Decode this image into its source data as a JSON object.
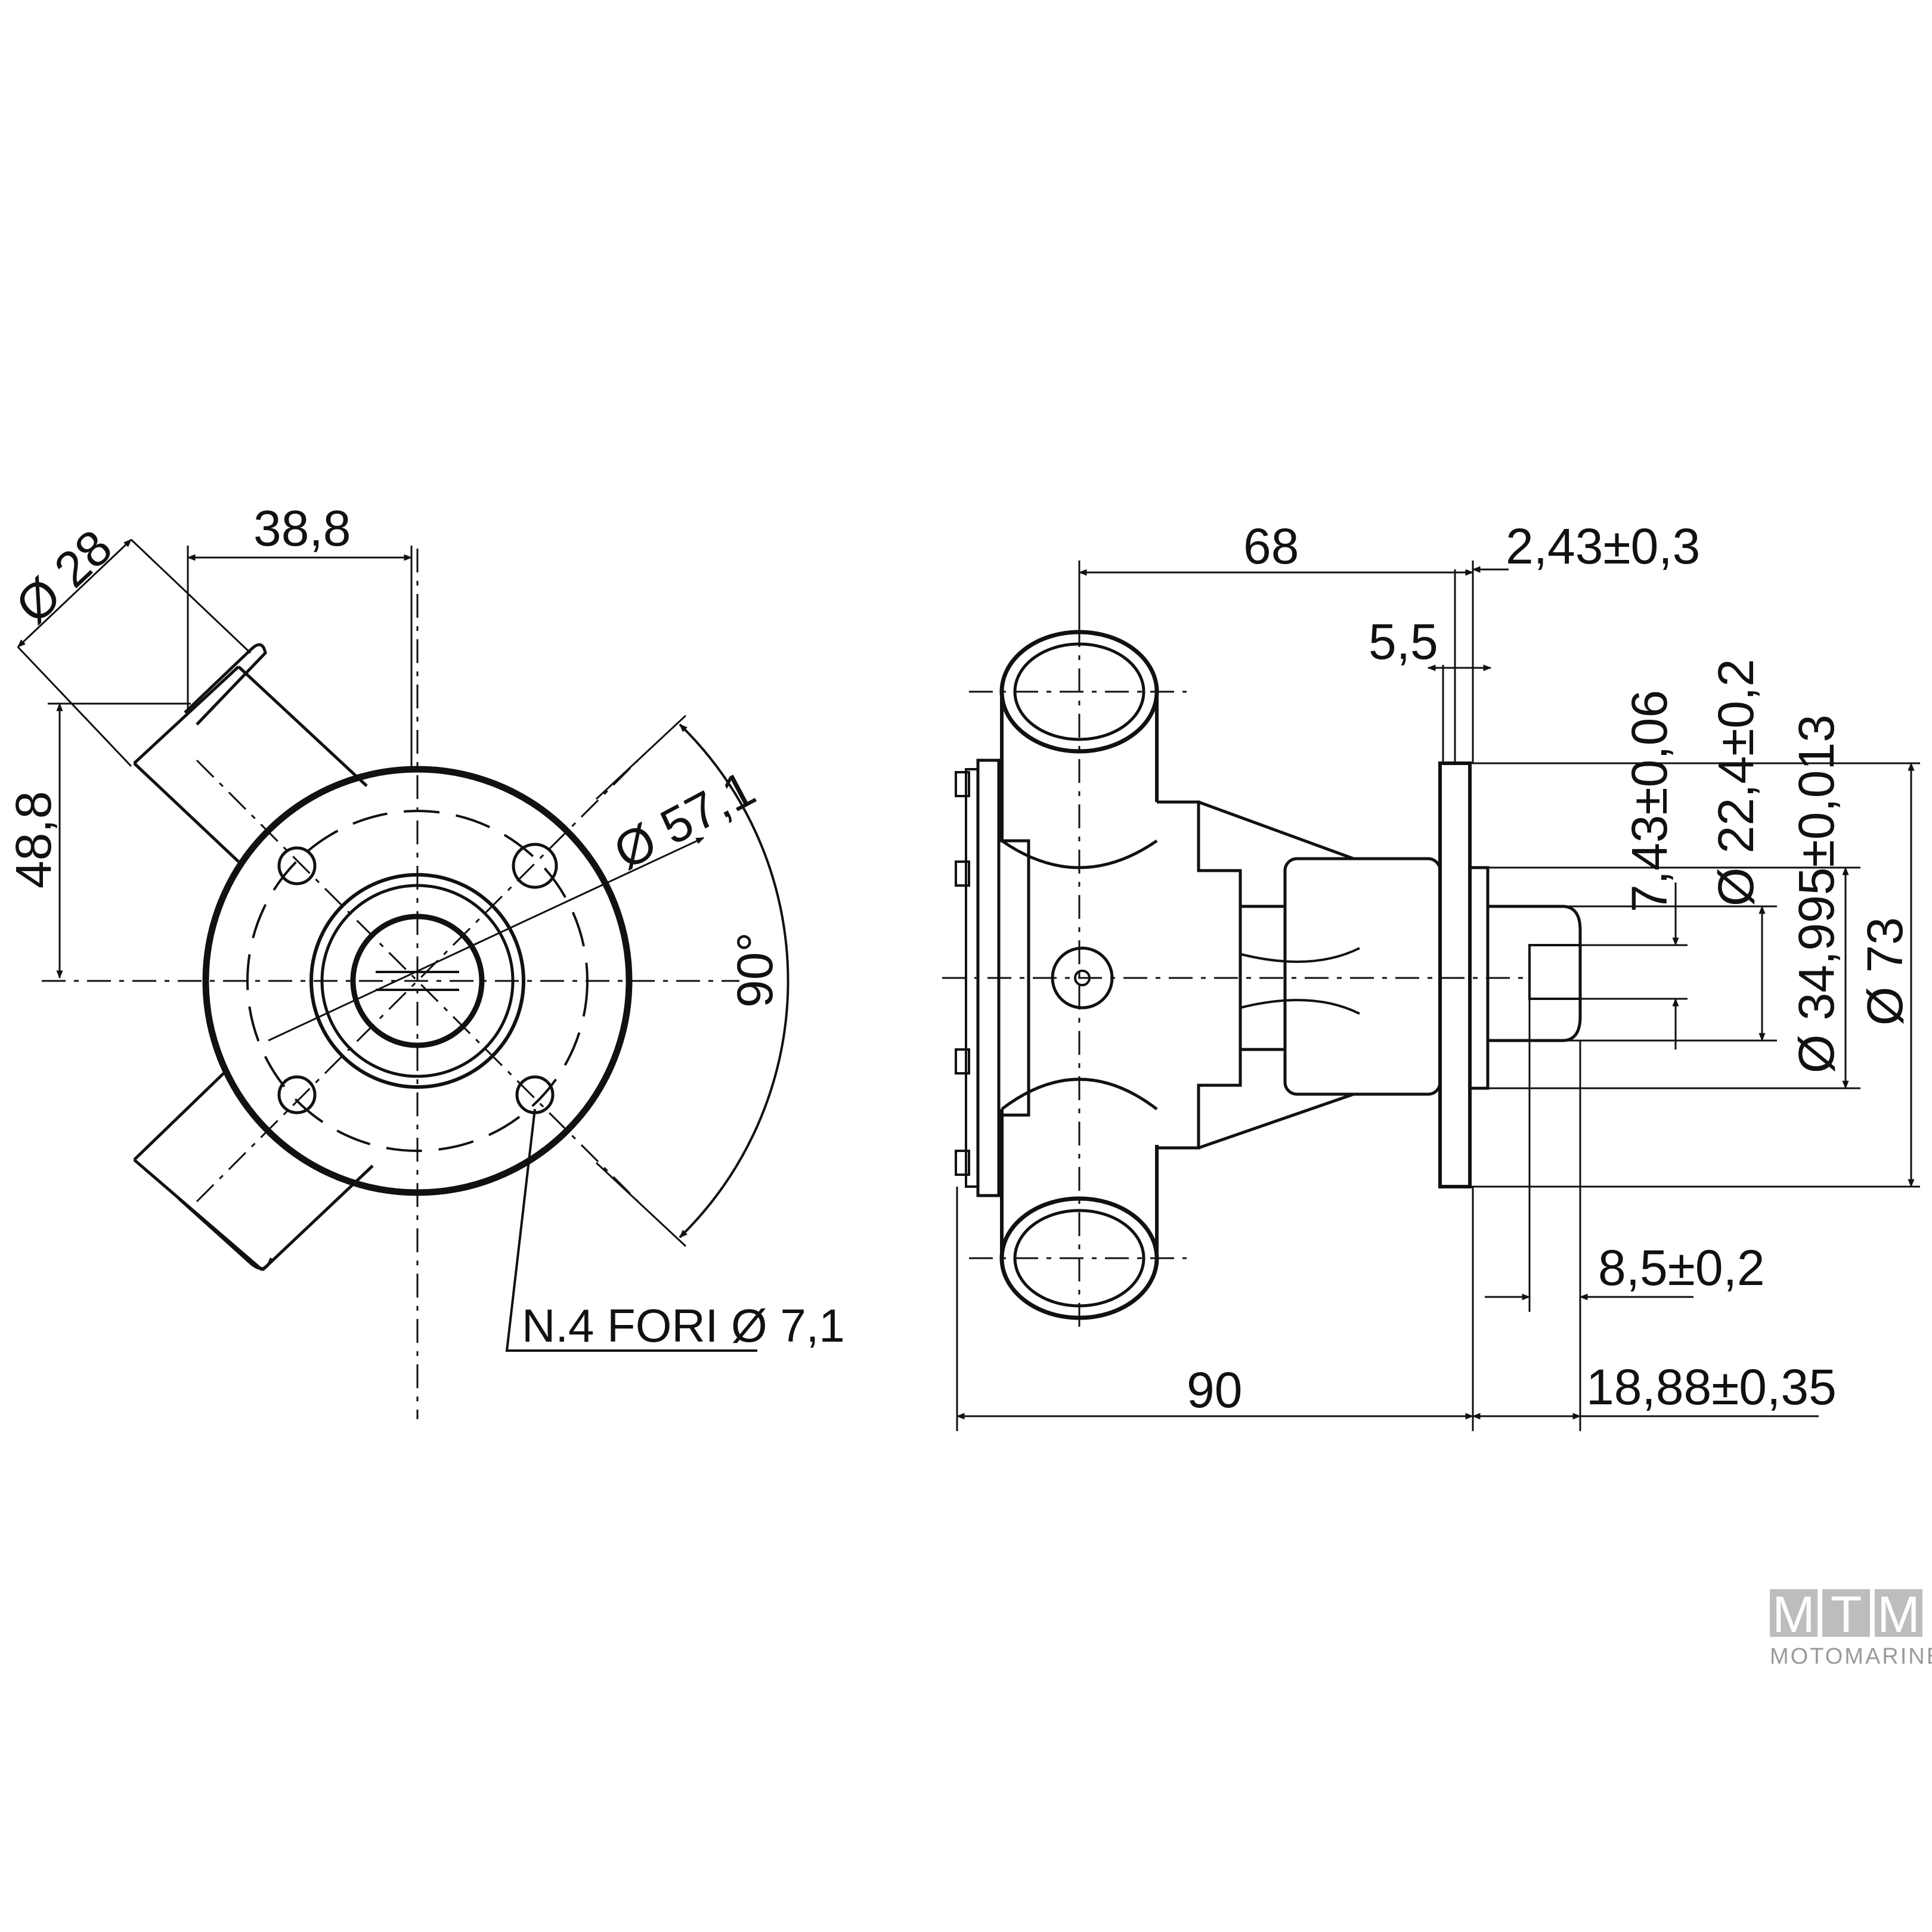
{
  "front_view": {
    "dims": {
      "pipe_diameter": "Ø 28",
      "offset_horizontal": "38,8",
      "offset_vertical": "48,8",
      "bolt_circle": "Ø 57,1",
      "angle": "90°"
    },
    "note": "N.4 FORI Ø 7,1"
  },
  "side_view": {
    "dims": {
      "length_68": "68",
      "flange_thickness": "2,43±0,3",
      "spigot_5_5": "5,5",
      "key_7_43": "7,43±0,06",
      "shaft_22_4": "Ø 22,4±0,2",
      "pilot_34_995": "Ø 34,995±0,013",
      "flange_73": "Ø 73",
      "key_8_5": "8,5±0,2",
      "total_90": "90",
      "shaft_18_88": "18,88±0,35"
    }
  },
  "logo": {
    "letters": [
      "M",
      "T",
      "M"
    ],
    "word": "MOTOMARINE",
    "box_color": "#bdbdbd",
    "text_color": "#9a9a9a"
  },
  "colors": {
    "ink": "#111111",
    "background": "#ffffff"
  }
}
